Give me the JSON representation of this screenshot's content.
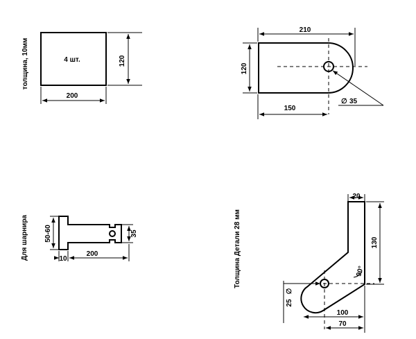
{
  "part1": {
    "thickness_label": "толщина, 10мм",
    "count_label": "4 шт.",
    "width": "200",
    "height": "120"
  },
  "part2": {
    "length_total": "210",
    "height": "120",
    "hole_offset": "150",
    "hole_diameter": "35",
    "diameter_symbol": "∅"
  },
  "part3": {
    "title": "Для шарнира",
    "height_range": "50-60",
    "stem_length": "200",
    "flange_width": "10",
    "end_height": "35"
  },
  "part4": {
    "thickness_label": "Толщина Детали 28 мм",
    "top_width": "20",
    "height": "130",
    "angle": "90°",
    "hole_diameter": "25",
    "diameter_symbol": "∅",
    "width_total": "100",
    "hole_offset": "70"
  }
}
